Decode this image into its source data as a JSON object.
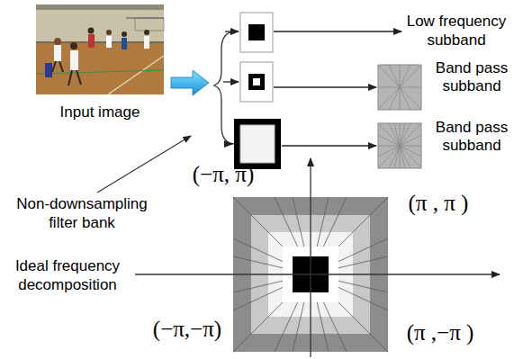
{
  "diagram": {
    "nodes": [
      {
        "text": [
          "Input image"
        ]
      },
      {
        "text": [
          "Band pass subband"
        ]
      },
      {
        "text": [
          "Band pass subband"
        ]
      }
    ],
    "labels": [
      "Low frequency subband",
      "Non-downsampling filter bank",
      "(−π, π)",
      "(π , π )",
      "Ideal frequency decomposition",
      "(−π,−π)",
      "(π ,−π )"
    ]
  }
}
